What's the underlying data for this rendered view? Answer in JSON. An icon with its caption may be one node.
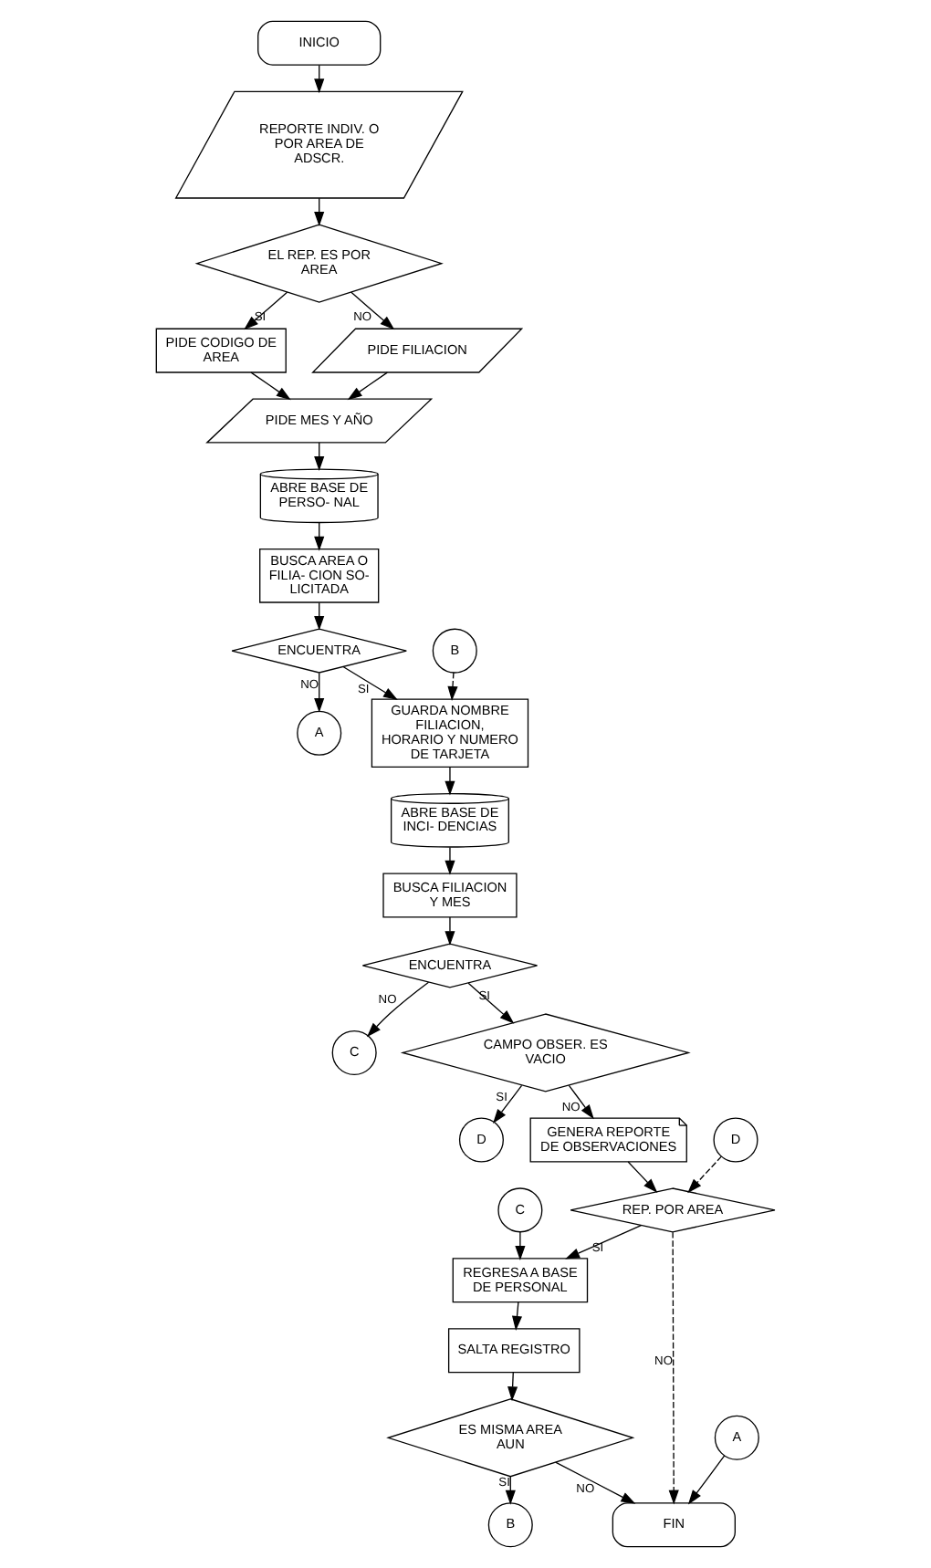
{
  "diagram": {
    "nodes": [
      {
        "text": [
          "INICIO"
        ]
      },
      {
        "text": [
          "REPORTE INDIV. O POR AREA DE ADSCR."
        ]
      },
      {
        "text": [
          "EL REP. ES POR AREA"
        ]
      },
      {
        "text": [
          "PIDE CODIGO DE AREA"
        ]
      },
      {
        "text": [
          "PIDE FILIACION"
        ]
      },
      {
        "text": [
          "PIDE MES Y AÑO"
        ]
      },
      {
        "text": [
          "ABRE BASE DE PERSO- NAL"
        ]
      },
      {
        "text": [
          "BUSCA AREA O FILIA- CION SO- LICITADA"
        ]
      },
      {
        "text": [
          "ENCUENTRA"
        ]
      },
      {
        "text": [
          "A"
        ]
      },
      {
        "text": [
          "B"
        ]
      },
      {
        "text": [
          "GUARDA NOMBRE FILIACION, HORARIO Y NUMERO DE TARJETA"
        ]
      },
      {
        "text": [
          "ABRE BASE DE INCI- DENCIAS"
        ]
      },
      {
        "text": [
          "BUSCA FILIACION Y MES"
        ]
      },
      {
        "text": [
          "ENCUENTRA"
        ]
      },
      {
        "text": [
          "C"
        ]
      },
      {
        "text": [
          "CAMPO OBSER. ES VACIO"
        ]
      },
      {
        "text": [
          "D"
        ]
      },
      {
        "text": [
          "GENERA REPORTE DE OBSERVACIONES"
        ]
      },
      {
        "text": [
          "D"
        ]
      },
      {
        "text": [
          "REP. POR AREA"
        ]
      },
      {
        "text": [
          "C"
        ]
      },
      {
        "text": [
          "REGRESA A BASE DE PERSONAL"
        ]
      },
      {
        "text": [
          "SALTA REGISTRO"
        ]
      },
      {
        "text": [
          "ES MISMA AREA AUN"
        ]
      },
      {
        "text": [
          "B"
        ]
      },
      {
        "text": [
          "A"
        ]
      },
      {
        "text": [
          "FIN"
        ]
      }
    ],
    "edges": [
      {
        "from": 0,
        "to": 1,
        "arrow": "to"
      },
      {
        "from": 1,
        "to": 2,
        "arrow": "to"
      },
      {
        "from": 2,
        "to": 3,
        "arrow": "to",
        "label": "SI"
      },
      {
        "from": 2,
        "to": 4,
        "arrow": "to",
        "label": "NO"
      },
      {
        "from": 3,
        "to": 5,
        "arrow": "to"
      },
      {
        "from": 4,
        "to": 5,
        "arrow": "to"
      },
      {
        "from": 5,
        "to": 6,
        "arrow": "to"
      },
      {
        "from": 6,
        "to": 7,
        "arrow": "to"
      },
      {
        "from": 7,
        "to": 8,
        "arrow": "to"
      },
      {
        "from": 8,
        "to": 9,
        "arrow": "to",
        "label": "NO"
      },
      {
        "from": 10,
        "to": 11,
        "arrow": "to",
        "style": "dashed"
      },
      {
        "from": 8,
        "to": 11,
        "arrow": "to",
        "label": "SI"
      },
      {
        "from": 11,
        "to": 12,
        "arrow": "to"
      },
      {
        "from": 12,
        "to": 13,
        "arrow": "to"
      },
      {
        "from": 13,
        "to": 14,
        "arrow": "to"
      },
      {
        "from": 14,
        "to": 15,
        "arrow": "to",
        "label": "NO"
      },
      {
        "from": 14,
        "to": 16,
        "arrow": "to",
        "label": "SI"
      },
      {
        "from": 16,
        "to": 17,
        "arrow": "to",
        "label": "SI"
      },
      {
        "from": 16,
        "to": 18,
        "arrow": "to",
        "label": "NO"
      },
      {
        "from": 18,
        "to": 20,
        "arrow": "to"
      },
      {
        "from": 19,
        "to": 20,
        "arrow": "to",
        "style": "dashed"
      },
      {
        "from": 20,
        "to": 22,
        "arrow": "to",
        "label": "SI"
      },
      {
        "from": 21,
        "to": 22,
        "arrow": "to"
      },
      {
        "from": 22,
        "to": 23,
        "arrow": "to"
      },
      {
        "from": 23,
        "to": 24,
        "arrow": "to"
      },
      {
        "from": 24,
        "to": 25,
        "arrow": "to",
        "label": "SI"
      },
      {
        "from": 24,
        "to": 27,
        "arrow": "to",
        "label": "NO"
      },
      {
        "from": 26,
        "to": 27,
        "arrow": "to"
      },
      {
        "from": 20,
        "to": 27,
        "arrow": "to",
        "label": "NO",
        "style": "dashed"
      }
    ]
  }
}
